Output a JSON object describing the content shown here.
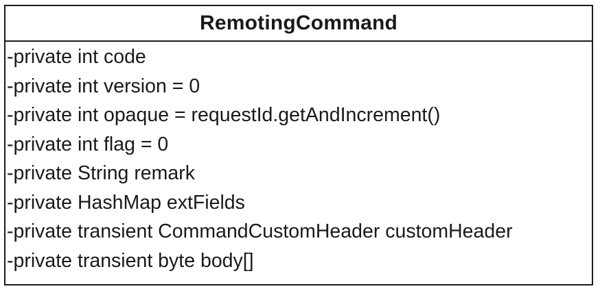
{
  "class_box": {
    "name": "RemotingCommand",
    "attributes": [
      "-private int code",
      "-private int version = 0",
      "-private int opaque = requestId.getAndIncrement()",
      "-private int flag = 0",
      "-private String remark",
      "-private HashMap extFields",
      "-private transient CommandCustomHeader customHeader",
      "-private transient byte body[]"
    ]
  }
}
